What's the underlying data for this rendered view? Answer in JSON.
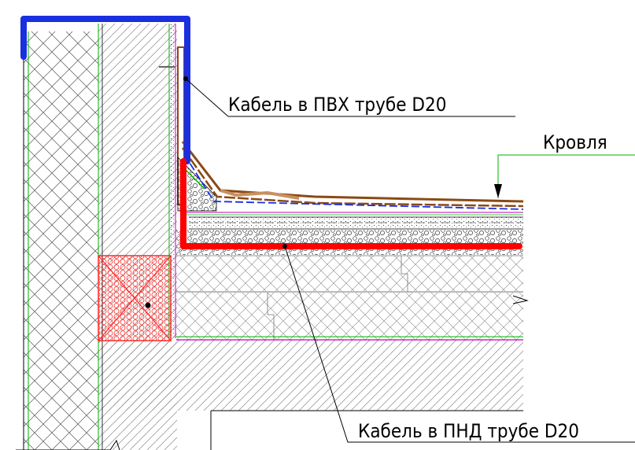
{
  "labels": {
    "cable_pvc": "Кабель в ПВХ трубе D20",
    "roof": "Кровля",
    "cable_pnd": "Кабель в ПНД трубе D20"
  },
  "colors": {
    "cable_blue": "#1a2fe0",
    "cable_red": "#ff0000",
    "insulation_red": "#ff2a2a",
    "leader_green": "#00b000",
    "membrane_magenta": "#c000c0",
    "roof_brown": "#8a4a14",
    "hatch_gray": "#8c8c8c",
    "line_black": "#000000"
  },
  "icons": [
    "break-line-icon"
  ]
}
